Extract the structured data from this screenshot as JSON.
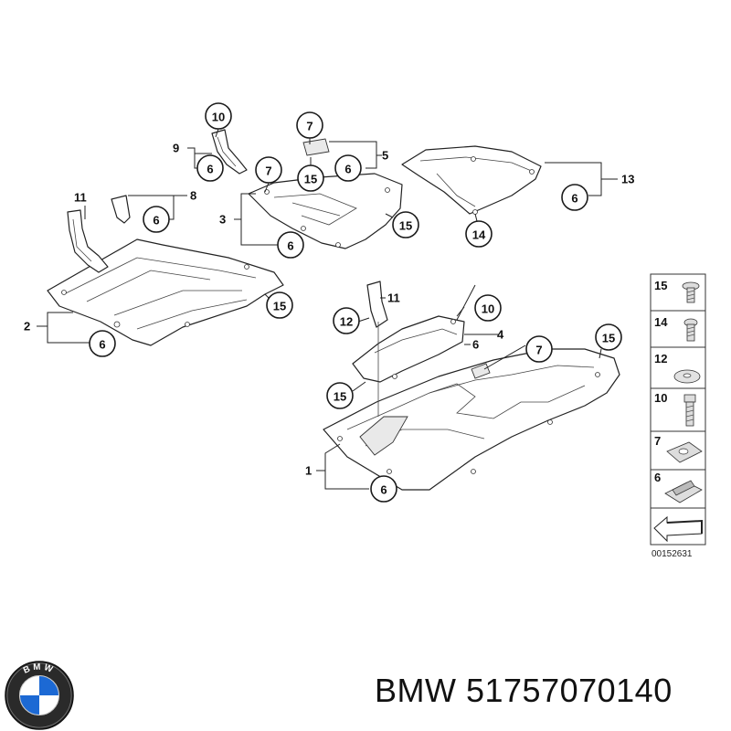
{
  "diagram": {
    "callouts": [
      {
        "id": "c10-top",
        "label": "10"
      },
      {
        "id": "c6-a",
        "label": "6"
      },
      {
        "id": "c7-a",
        "label": "7"
      },
      {
        "id": "c15-a",
        "label": "15"
      },
      {
        "id": "c6-b",
        "label": "6"
      },
      {
        "id": "c7-b",
        "label": "7"
      },
      {
        "id": "c6-c",
        "label": "6"
      },
      {
        "id": "c15-b",
        "label": "15"
      },
      {
        "id": "c6-d",
        "label": "6"
      },
      {
        "id": "c14-a",
        "label": "14"
      },
      {
        "id": "c6-e",
        "label": "6"
      },
      {
        "id": "c15-c",
        "label": "15"
      },
      {
        "id": "c6-f",
        "label": "6"
      },
      {
        "id": "c10-mid",
        "label": "10"
      },
      {
        "id": "c12",
        "label": "12"
      },
      {
        "id": "c7-c",
        "label": "7"
      },
      {
        "id": "c15-d",
        "label": "15"
      },
      {
        "id": "c15-e",
        "label": "15"
      },
      {
        "id": "c6-g",
        "label": "6"
      }
    ],
    "labels": [
      {
        "id": "l9",
        "label": "9"
      },
      {
        "id": "l5",
        "label": "5"
      },
      {
        "id": "l11-top",
        "label": "11"
      },
      {
        "id": "l8",
        "label": "8"
      },
      {
        "id": "l3",
        "label": "3"
      },
      {
        "id": "l13",
        "label": "13"
      },
      {
        "id": "l2",
        "label": "2"
      },
      {
        "id": "l11-mid",
        "label": "11"
      },
      {
        "id": "l4",
        "label": "4"
      },
      {
        "id": "l6-mid",
        "label": "6"
      },
      {
        "id": "l1",
        "label": "1"
      }
    ],
    "legend": [
      "15",
      "14",
      "12",
      "10",
      "7",
      "6"
    ],
    "reference_code": "00152631"
  },
  "footer": {
    "brand_part_text": "BMW 51757070140"
  },
  "logo": {
    "text": "BMW",
    "colors": {
      "blue": "#1c69d4",
      "white": "#ffffff",
      "ring": "#1a1a1a"
    }
  }
}
